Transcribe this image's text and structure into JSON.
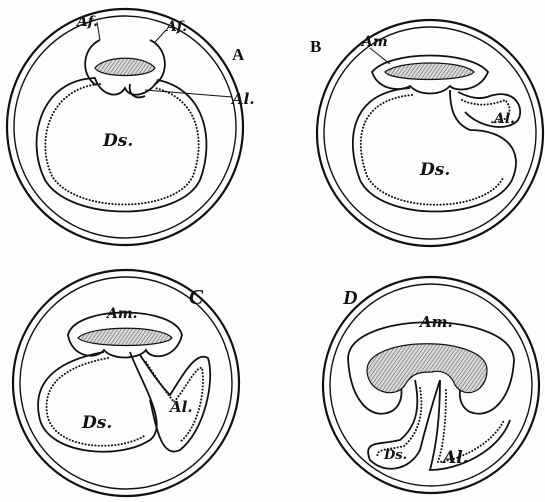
{
  "figure": {
    "panels": [
      {
        "id": "A",
        "panel_label": "A",
        "labels": {
          "af_left": "Af.",
          "af_right": "Af.",
          "al": "Al.",
          "ds": "Ds."
        }
      },
      {
        "id": "B",
        "panel_label": "B",
        "labels": {
          "am": "Am",
          "al": "Al.",
          "ds": "Ds."
        }
      },
      {
        "id": "C",
        "panel_label": "C",
        "labels": {
          "am": "Am.",
          "al": "Al.",
          "ds": "Ds."
        }
      },
      {
        "id": "D",
        "panel_label": "D",
        "labels": {
          "am": "Am.",
          "al": "Al.",
          "ds": "Ds."
        }
      }
    ]
  }
}
